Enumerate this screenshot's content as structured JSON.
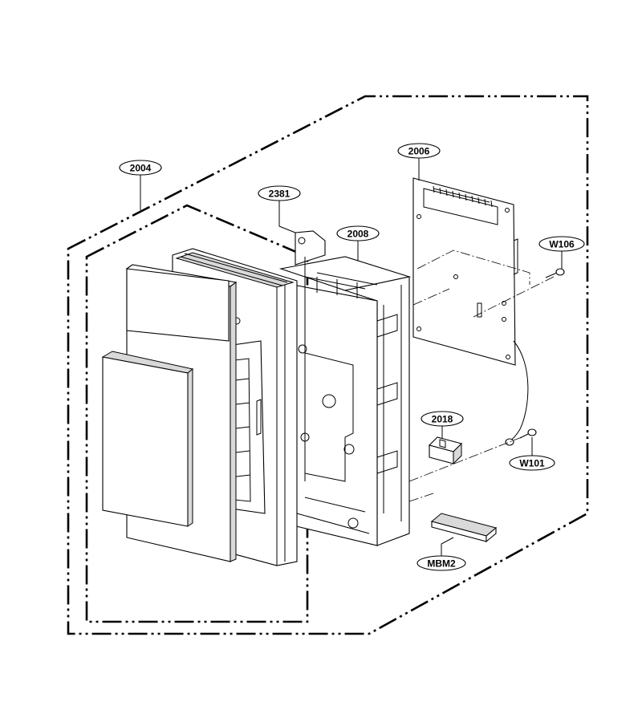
{
  "callouts": {
    "c2004": "2004",
    "c2381": "2381",
    "c2008": "2008",
    "c2006": "2006",
    "cW106": "W106",
    "c2018": "2018",
    "cW101": "W101",
    "cMBM2": "MBM2"
  }
}
